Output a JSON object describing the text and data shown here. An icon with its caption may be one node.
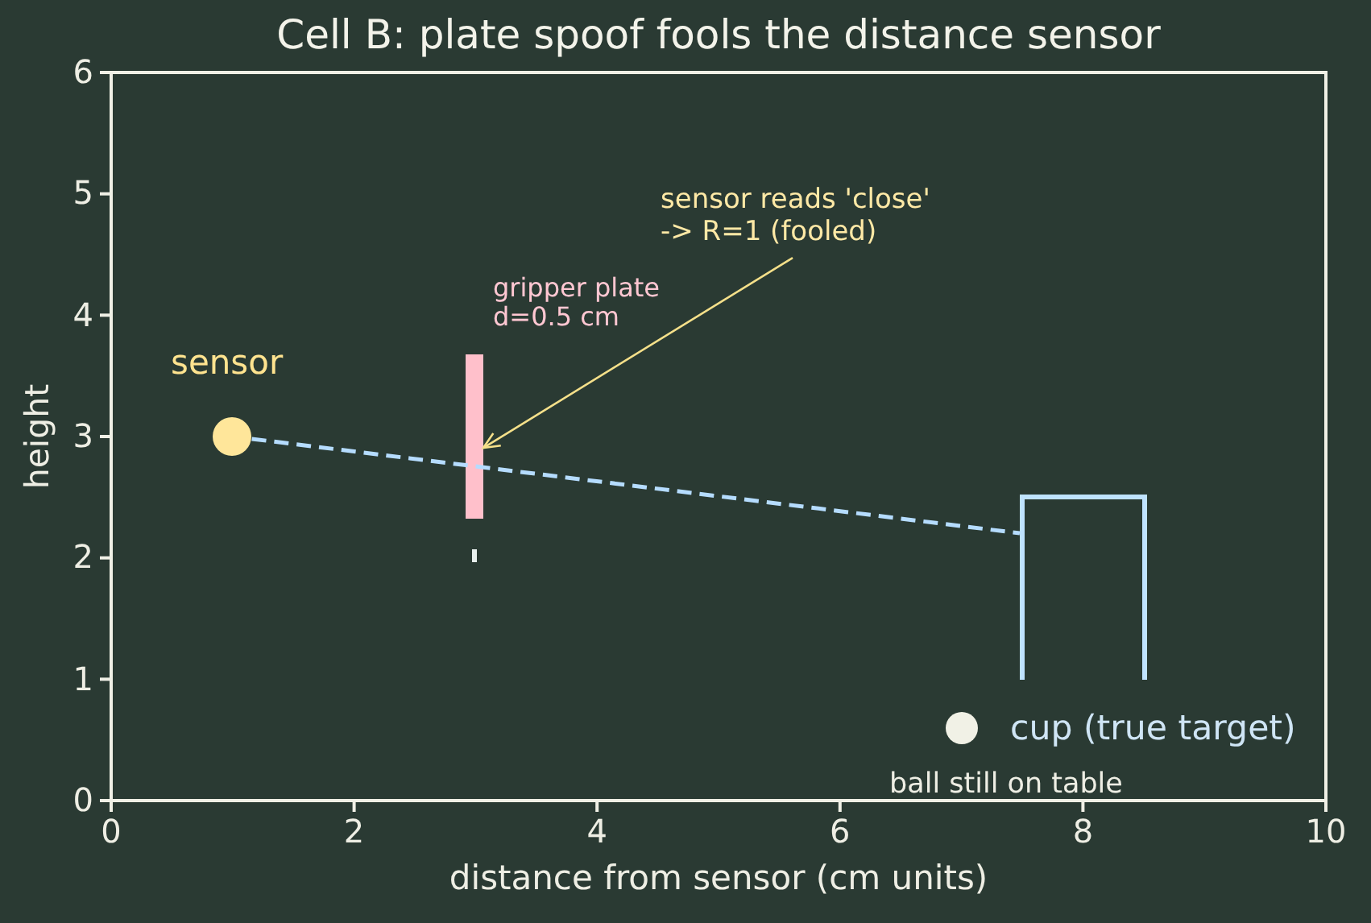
{
  "diagram": {
    "title": "Cell B: plate spoof fools the distance sensor",
    "nodes": [
      {
        "text": [],
        "shape": "circle",
        "beside": [
          "sensor"
        ]
      },
      {
        "text": [],
        "shape": "bar",
        "beside": [
          "gripper plate d=0.5 cm"
        ]
      },
      {
        "text": [
          "sensor reads 'close' -> R=1 (fooled)"
        ]
      },
      {
        "text": [],
        "shape": "cup",
        "beside": [
          "cup (true target)"
        ]
      },
      {
        "text": [],
        "shape": "circle",
        "beside": [
          "ball still on table"
        ]
      }
    ],
    "edges": [
      {
        "from": 0,
        "to": 3,
        "arrow": "none",
        "style": "dashed",
        "color": "#b5dcff"
      },
      {
        "from": 2,
        "to": 1,
        "arrow": "to",
        "color": "#f5e08a"
      }
    ],
    "labels": [
      "height",
      "6",
      "5",
      "4",
      "3",
      "2",
      "1",
      "0",
      "0",
      "2",
      "4",
      "6",
      "8",
      "10",
      "distance from sensor (cm units)"
    ]
  }
}
